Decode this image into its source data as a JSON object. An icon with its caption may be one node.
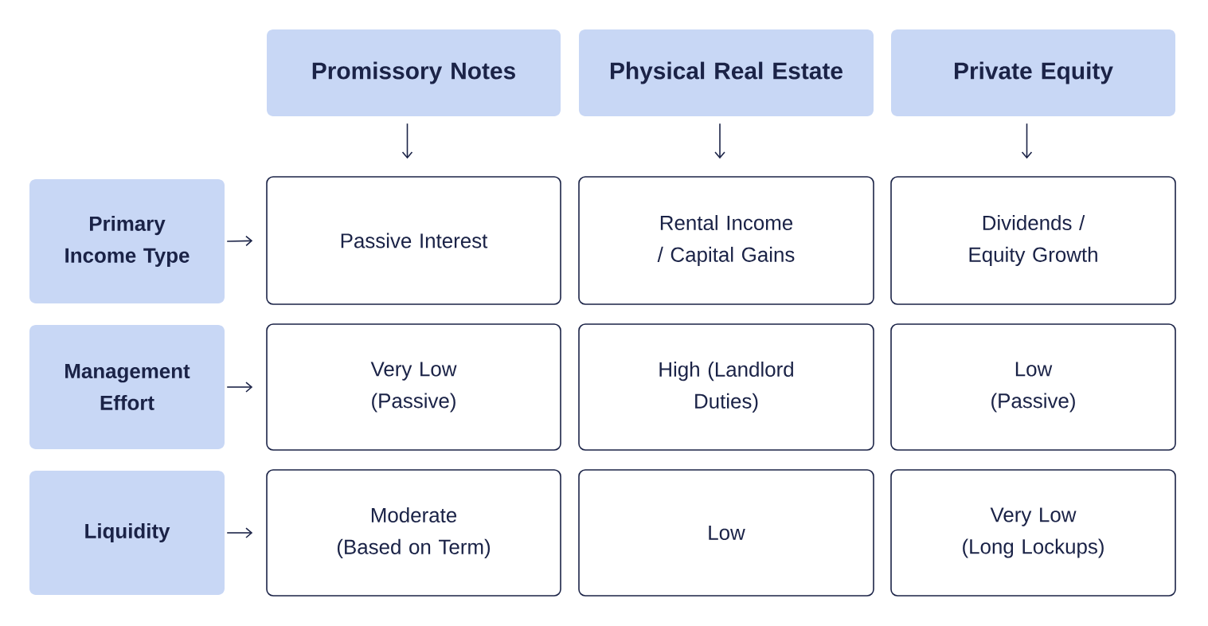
{
  "diagram": {
    "nodes": [
      {
        "text": [
          "Promissory Notes"
        ]
      },
      {
        "text": [
          "Physical Real Estate"
        ]
      },
      {
        "text": [
          "Private Equity"
        ]
      },
      {
        "text": [
          "Primary Income Type"
        ]
      },
      {
        "text": [
          "Passive Interest"
        ]
      },
      {
        "text": [
          "Rental Income / Capital Gains"
        ]
      },
      {
        "text": [
          "Dividends / Equity Growth"
        ]
      },
      {
        "text": [
          "Management Effort"
        ]
      },
      {
        "text": [
          "Very Low (Passive)"
        ]
      },
      {
        "text": [
          "High (Landlord Duties)"
        ]
      },
      {
        "text": [
          "Low (Passive)"
        ]
      },
      {
        "text": [
          "Liquidity"
        ]
      },
      {
        "text": [
          "Moderate (Based on Term)"
        ]
      },
      {
        "text": [
          "Low"
        ]
      },
      {
        "text": [
          "Very Low (Long Lockups)"
        ]
      }
    ],
    "edges": [
      {
        "from": 0,
        "to": 4,
        "arrow": "to"
      },
      {
        "from": 1,
        "to": 5,
        "arrow": "to"
      },
      {
        "from": 2,
        "to": 6,
        "arrow": "to"
      },
      {
        "from": 3,
        "to": 4,
        "arrow": "to"
      },
      {
        "from": 7,
        "to": 8,
        "arrow": "to"
      },
      {
        "from": 11,
        "to": 12,
        "arrow": "to"
      }
    ]
  }
}
